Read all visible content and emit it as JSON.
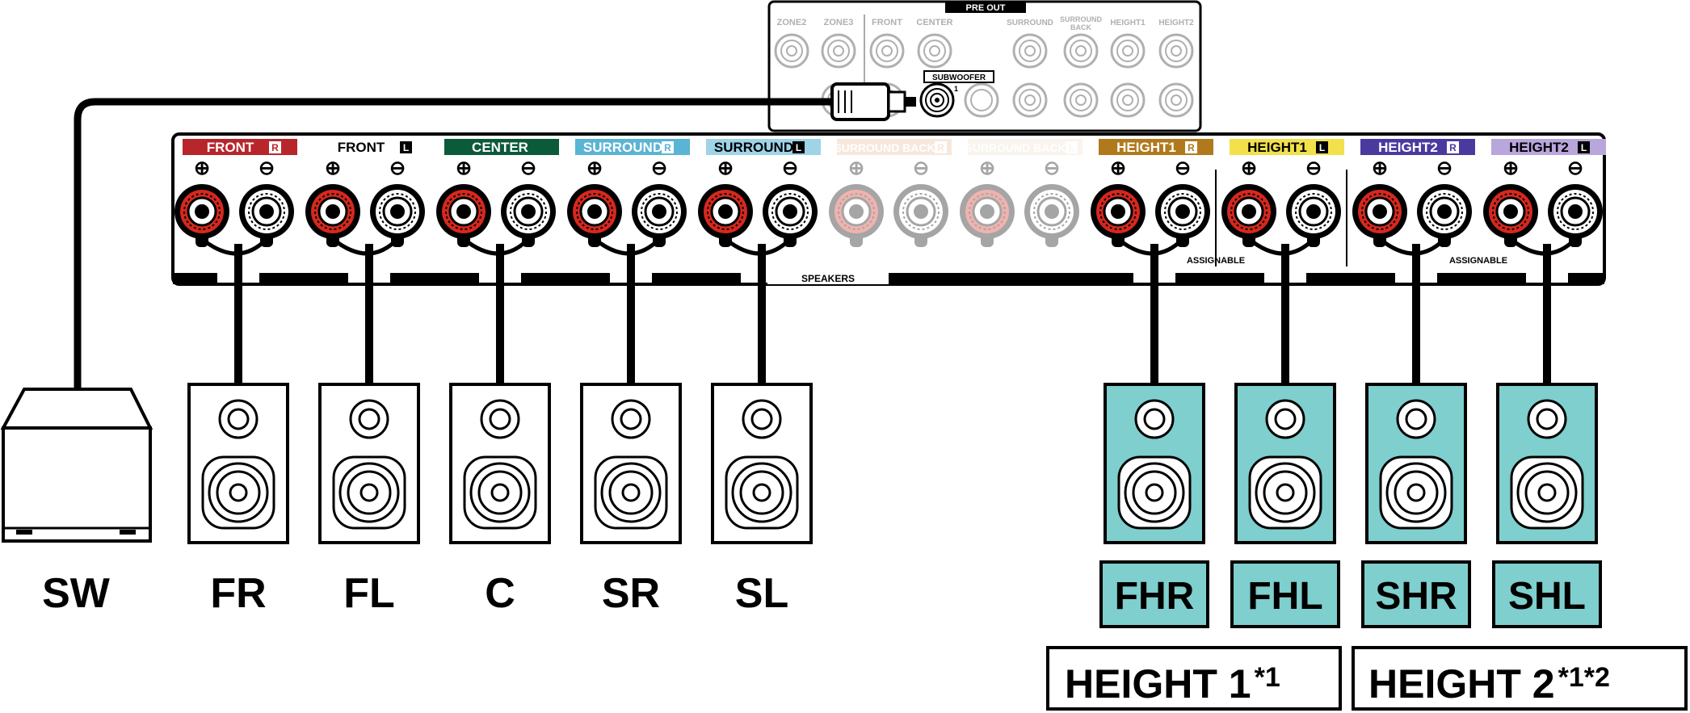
{
  "pre_out": {
    "title": "PRE OUT",
    "labels": [
      "ZONE2",
      "ZONE3",
      "FRONT",
      "CENTER",
      "SURROUND",
      "SURROUND",
      "BACK",
      "HEIGHT1",
      "HEIGHT2"
    ],
    "subwoofer_label": "SUBWOOFER",
    "subwoofer_number": "1"
  },
  "panel": {
    "speakers_label": "SPEAKERS",
    "assignable_label": "ASSIGNABLE",
    "plus_symbol": "⊕",
    "minus_symbol": "⊖",
    "channels": [
      {
        "label": "FRONT",
        "side": "R",
        "color": "#b8262c",
        "active": true
      },
      {
        "label": "FRONT",
        "side": "L",
        "color": "#ffffff",
        "active": true
      },
      {
        "label": "CENTER",
        "side": "",
        "color": "#0b5a3a",
        "active": true
      },
      {
        "label": "SURROUND",
        "side": "R",
        "color": "#5ab4d4",
        "active": true
      },
      {
        "label": "SURROUND",
        "side": "L",
        "color": "#9fd3e8",
        "active": true
      },
      {
        "label": "SURROUND BACK",
        "side": "R",
        "color": "#e8c0a0",
        "active": false
      },
      {
        "label": "SURROUND BACK",
        "side": "L",
        "color": "#f3e0cf",
        "active": false
      },
      {
        "label": "HEIGHT1",
        "side": "R",
        "color": "#b07a1c",
        "active": true
      },
      {
        "label": "HEIGHT1",
        "side": "L",
        "color": "#f2e14a",
        "active": true
      },
      {
        "label": "HEIGHT2",
        "side": "R",
        "color": "#4a3aa0",
        "active": true
      },
      {
        "label": "HEIGHT2",
        "side": "L",
        "color": "#b9a6dc",
        "active": true
      }
    ]
  },
  "speakers": {
    "subwoofer": "SW",
    "plain": [
      "FR",
      "FL",
      "C",
      "SR",
      "SL"
    ],
    "height": [
      "FHR",
      "FHL",
      "SHR",
      "SHL"
    ]
  },
  "groups": [
    {
      "text": "HEIGHT 1",
      "note": "*1"
    },
    {
      "text": "HEIGHT 2",
      "note": "*1*2"
    }
  ],
  "colors": {
    "height_speaker_fill": "#7ecfcd",
    "terminal_red": "#d6281e"
  }
}
